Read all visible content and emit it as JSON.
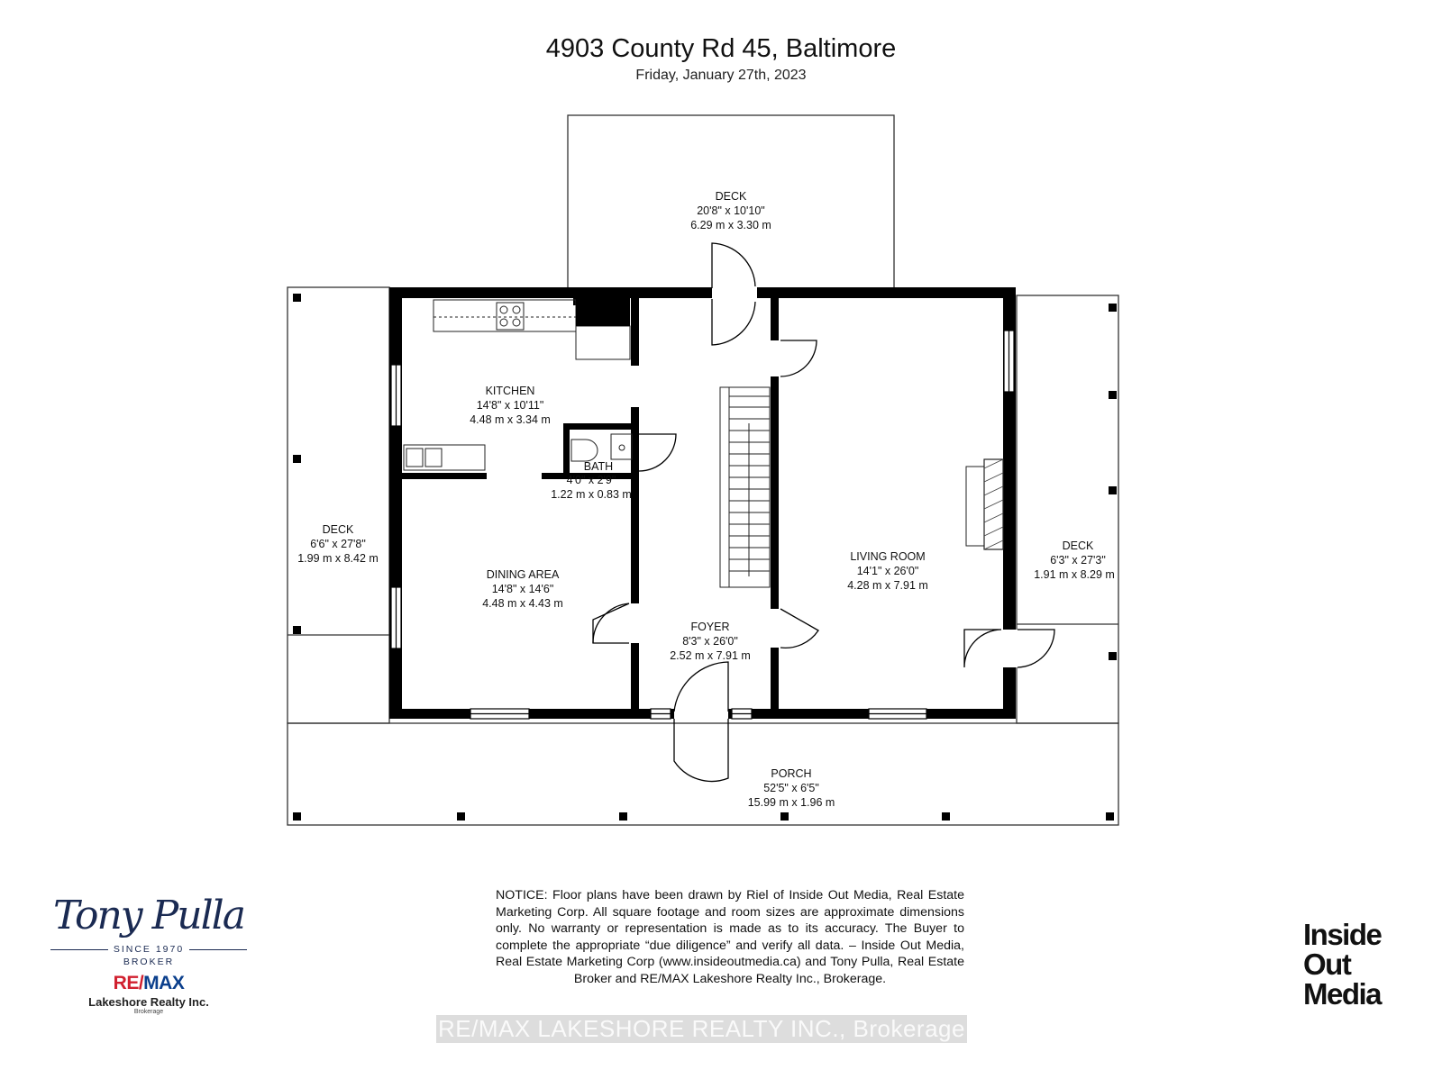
{
  "header": {
    "title": "4903 County Rd 45, Baltimore",
    "date": "Friday, January 27th, 2023"
  },
  "rooms": {
    "deck_top": {
      "name": "DECK",
      "imperial": "20'8\" x 10'10\"",
      "metric": "6.29 m x 3.30 m"
    },
    "kitchen": {
      "name": "KITCHEN",
      "imperial": "14'8\" x 10'11\"",
      "metric": "4.48 m x 3.34 m"
    },
    "bath": {
      "name": "BATH",
      "imperial": "4'0\" x 2'9\"",
      "metric": "1.22 m x 0.83 m"
    },
    "deck_left": {
      "name": "DECK",
      "imperial": "6'6\" x 27'8\"",
      "metric": "1.99 m x 8.42 m"
    },
    "dining": {
      "name": "DINING AREA",
      "imperial": "14'8\" x 14'6\"",
      "metric": "4.48 m x 4.43 m"
    },
    "foyer": {
      "name": "FOYER",
      "imperial": "8'3\" x 26'0\"",
      "metric": "2.52 m x 7.91 m"
    },
    "living": {
      "name": "LIVING ROOM",
      "imperial": "14'1\" x 26'0\"",
      "metric": "4.28 m x 7.91 m"
    },
    "deck_right": {
      "name": "DECK",
      "imperial": "6'3\" x 27'3\"",
      "metric": "1.91 m x 8.29 m"
    },
    "porch": {
      "name": "PORCH",
      "imperial": "52'5\" x 6'5\"",
      "metric": "15.99 m x 1.96 m"
    }
  },
  "notice": "NOTICE: Floor plans have been drawn by Riel of Inside Out Media, Real Estate Marketing Corp. All square footage and room sizes are approximate dimensions only. No warranty or representation is made as to its accuracy. The Buyer to complete the appropriate “due diligence” and verify all data. – Inside Out Media, Real Estate Marketing Corp (www.insideoutmedia.ca) and Tony Pulla, Real Estate Broker and RE/MAX Lakeshore Realty Inc., Brokerage.",
  "brand_left": {
    "signature": "Tony Pulla",
    "since": "SINCE 1970",
    "role": "BROKER",
    "remax_part1": "RE/",
    "remax_part2": "MAX",
    "company": "Lakeshore Realty Inc.",
    "sub": "Brokerage"
  },
  "brand_right": {
    "line1": "Inside",
    "line2": "Out",
    "line3": "Media"
  },
  "watermark": "RE/MAX LAKESHORE REALTY INC., Brokerage",
  "colors": {
    "wall": "#000000",
    "line": "#333333",
    "remax_red": "#d1202f",
    "remax_blue": "#0b3f8c",
    "sig_blue": "#1a2a52"
  }
}
